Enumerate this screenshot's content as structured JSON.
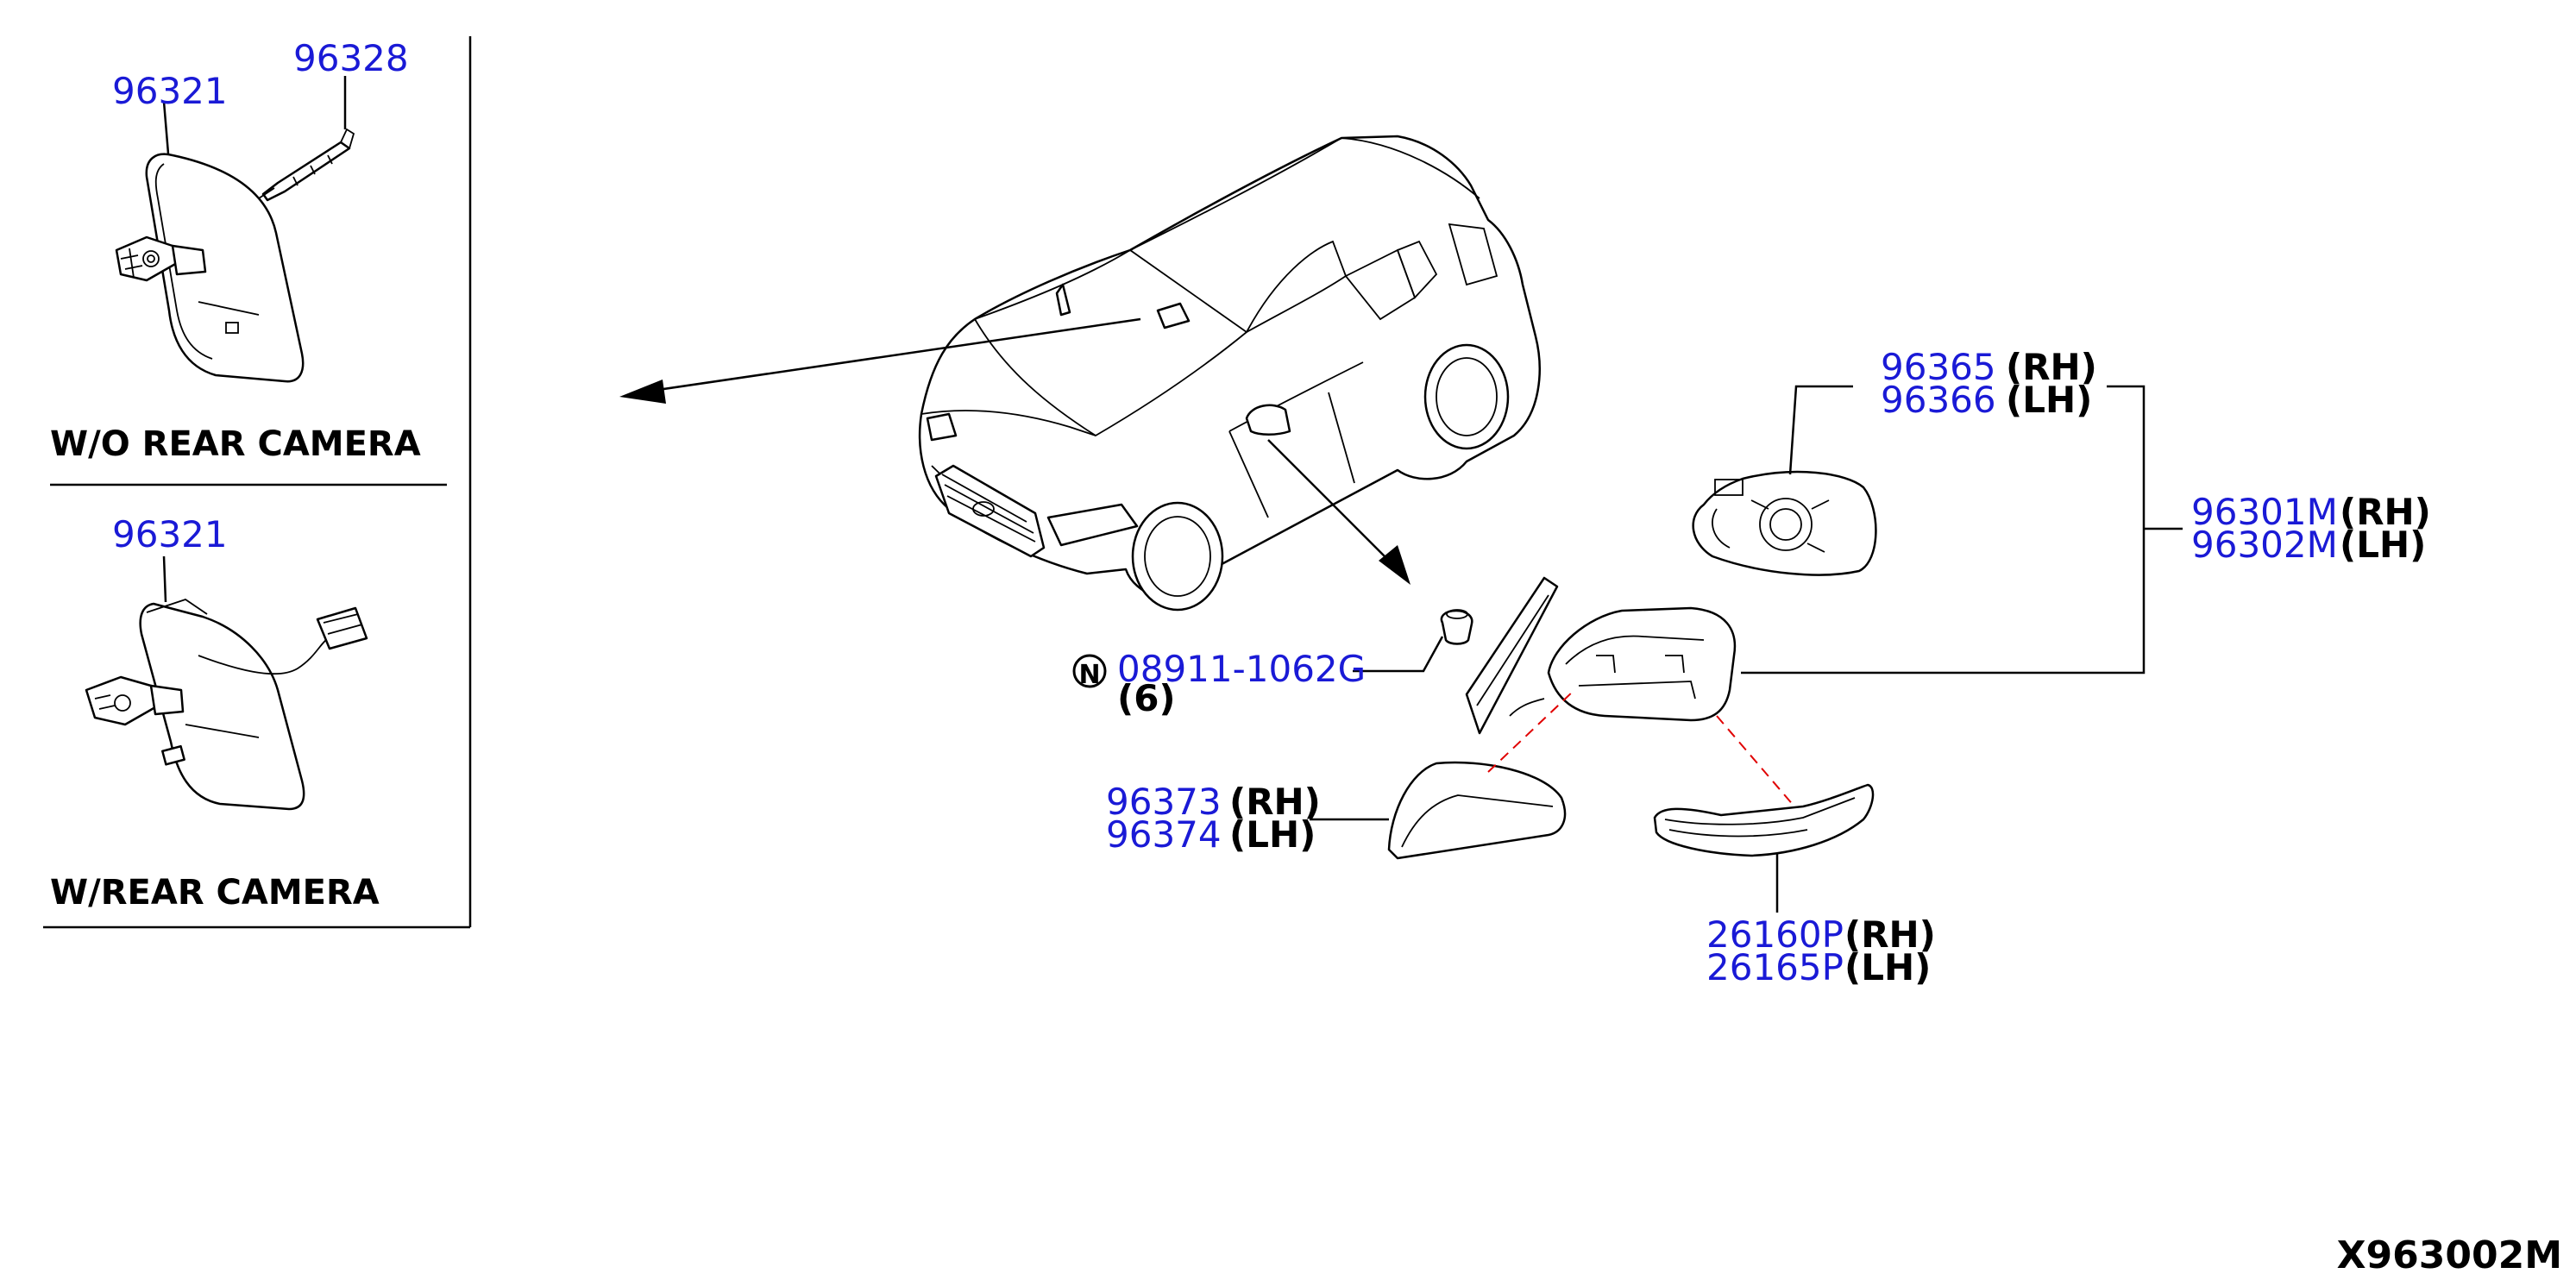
{
  "panel_left": {
    "top_section": {
      "labels": {
        "mirror": "96321",
        "clip": "96328"
      },
      "heading": "W/O REAR CAMERA"
    },
    "bottom_section": {
      "labels": {
        "mirror": "96321"
      },
      "heading": "W/REAR CAMERA"
    }
  },
  "main": {
    "glass": {
      "pn_rh": "96365",
      "sfx_rh": "(RH)",
      "pn_lh": "96366",
      "sfx_lh": "(LH)"
    },
    "assembly": {
      "pn_rh": "96301M",
      "sfx_rh": "(RH)",
      "pn_lh": "96302M",
      "sfx_lh": "(LH)"
    },
    "nut": {
      "symbol": "N",
      "pn": "08911-1062G",
      "qty": "(6)"
    },
    "cover": {
      "pn_rh": "96373",
      "sfx_rh": "(RH)",
      "pn_lh": "96374",
      "sfx_lh": "(LH)"
    },
    "lamp": {
      "pn_rh": "26160P",
      "sfx_rh": "(RH)",
      "pn_lh": "26165P",
      "sfx_lh": "(LH)"
    }
  },
  "diagram_code": "X963002M",
  "colors": {
    "part_number": "#1a1ad6",
    "assembly_guide": "#e00000"
  }
}
